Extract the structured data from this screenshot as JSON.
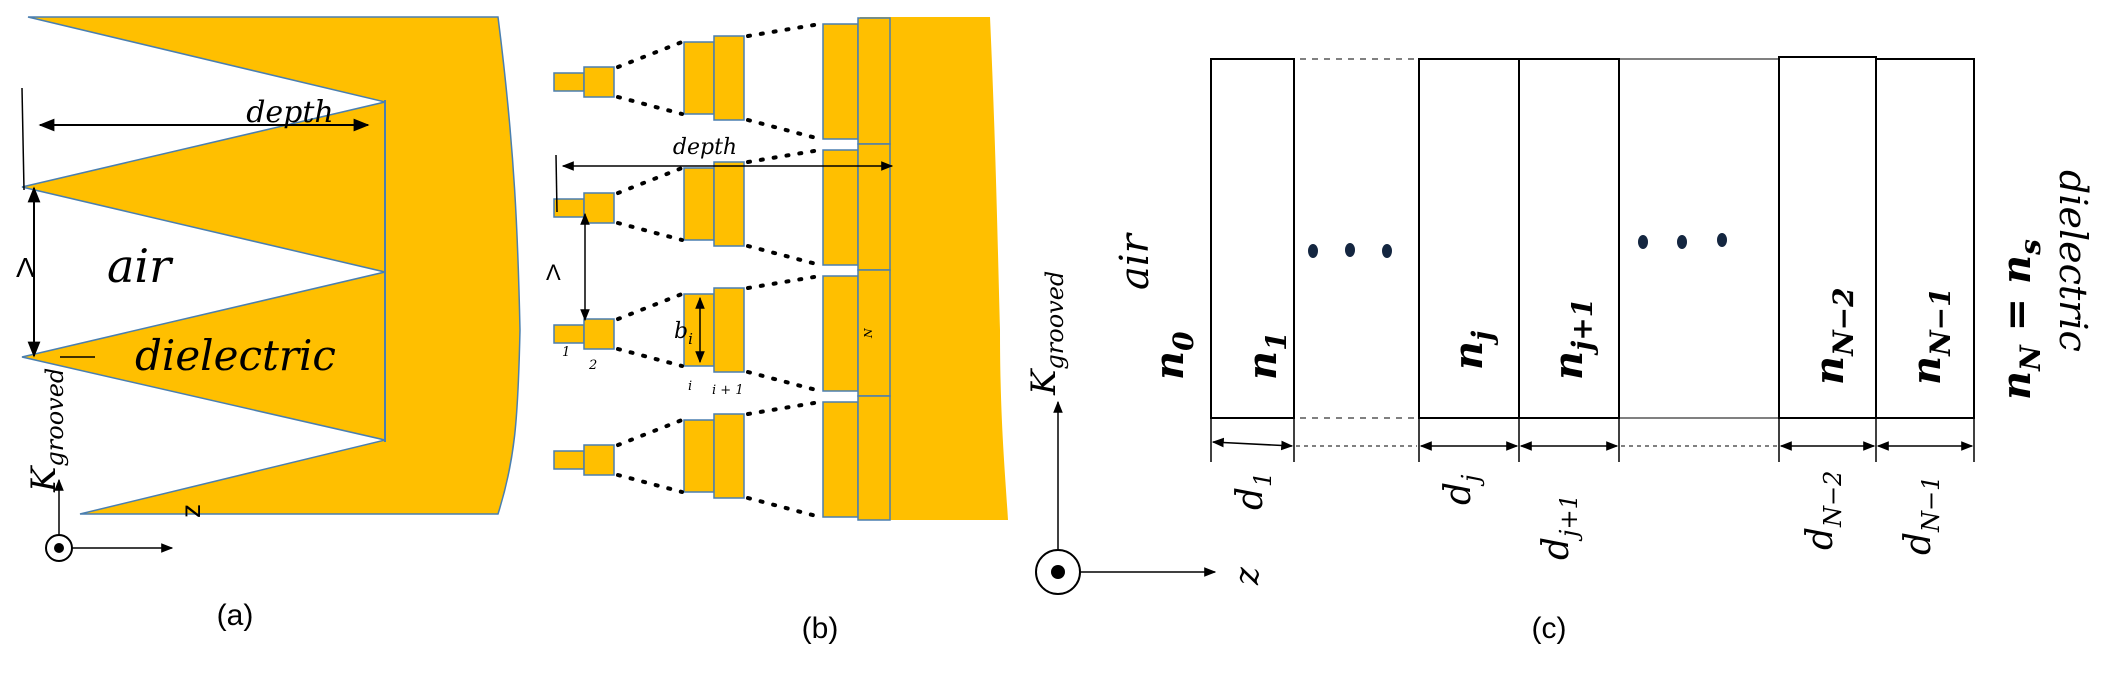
{
  "colors": {
    "dielectric_fill": "#FFBF00",
    "stroke": "#2e6fa8",
    "ink": "#000000"
  },
  "panel_a": {
    "caption": "(a)",
    "depth_label": "depth",
    "period_label": "Λ",
    "air_label": "air",
    "dielectric_label": "dielectric",
    "k_label": "K",
    "k_sub": "grooved",
    "z_label": "z"
  },
  "panel_b": {
    "caption": "(b)",
    "depth_label": "depth",
    "period_label": "Λ",
    "b_label": "b",
    "b_sub": "i",
    "layer_1": "1",
    "layer_2": "2",
    "layer_i": "i",
    "layer_i1": "i + 1",
    "layer_N": "N",
    "k_label": "K",
    "k_sub": "grooved",
    "z_label": "z"
  },
  "panel_c": {
    "caption": "(c)",
    "air_label": "air",
    "n0": "n",
    "n0_sub": "0",
    "layers": [
      {
        "n": "n",
        "n_sub": "1",
        "d": "d",
        "d_sub": "1"
      },
      {
        "n": "n",
        "n_sub": "j",
        "d": "d",
        "d_sub": "j"
      },
      {
        "n": "n",
        "n_sub": "j+1",
        "d": "d",
        "d_sub": "j+1"
      },
      {
        "n": "n",
        "n_sub": "N−2",
        "d": "d",
        "d_sub": "N−2"
      },
      {
        "n": "n",
        "n_sub": "N−1",
        "d": "d",
        "d_sub": "N−1"
      }
    ],
    "substrate_n": "n",
    "substrate_n_sub": "N",
    "substrate_eq": " = ",
    "substrate_ns": "n",
    "substrate_ns_sub": "s",
    "dielectric_label": "dielectric",
    "z_label": "z"
  }
}
